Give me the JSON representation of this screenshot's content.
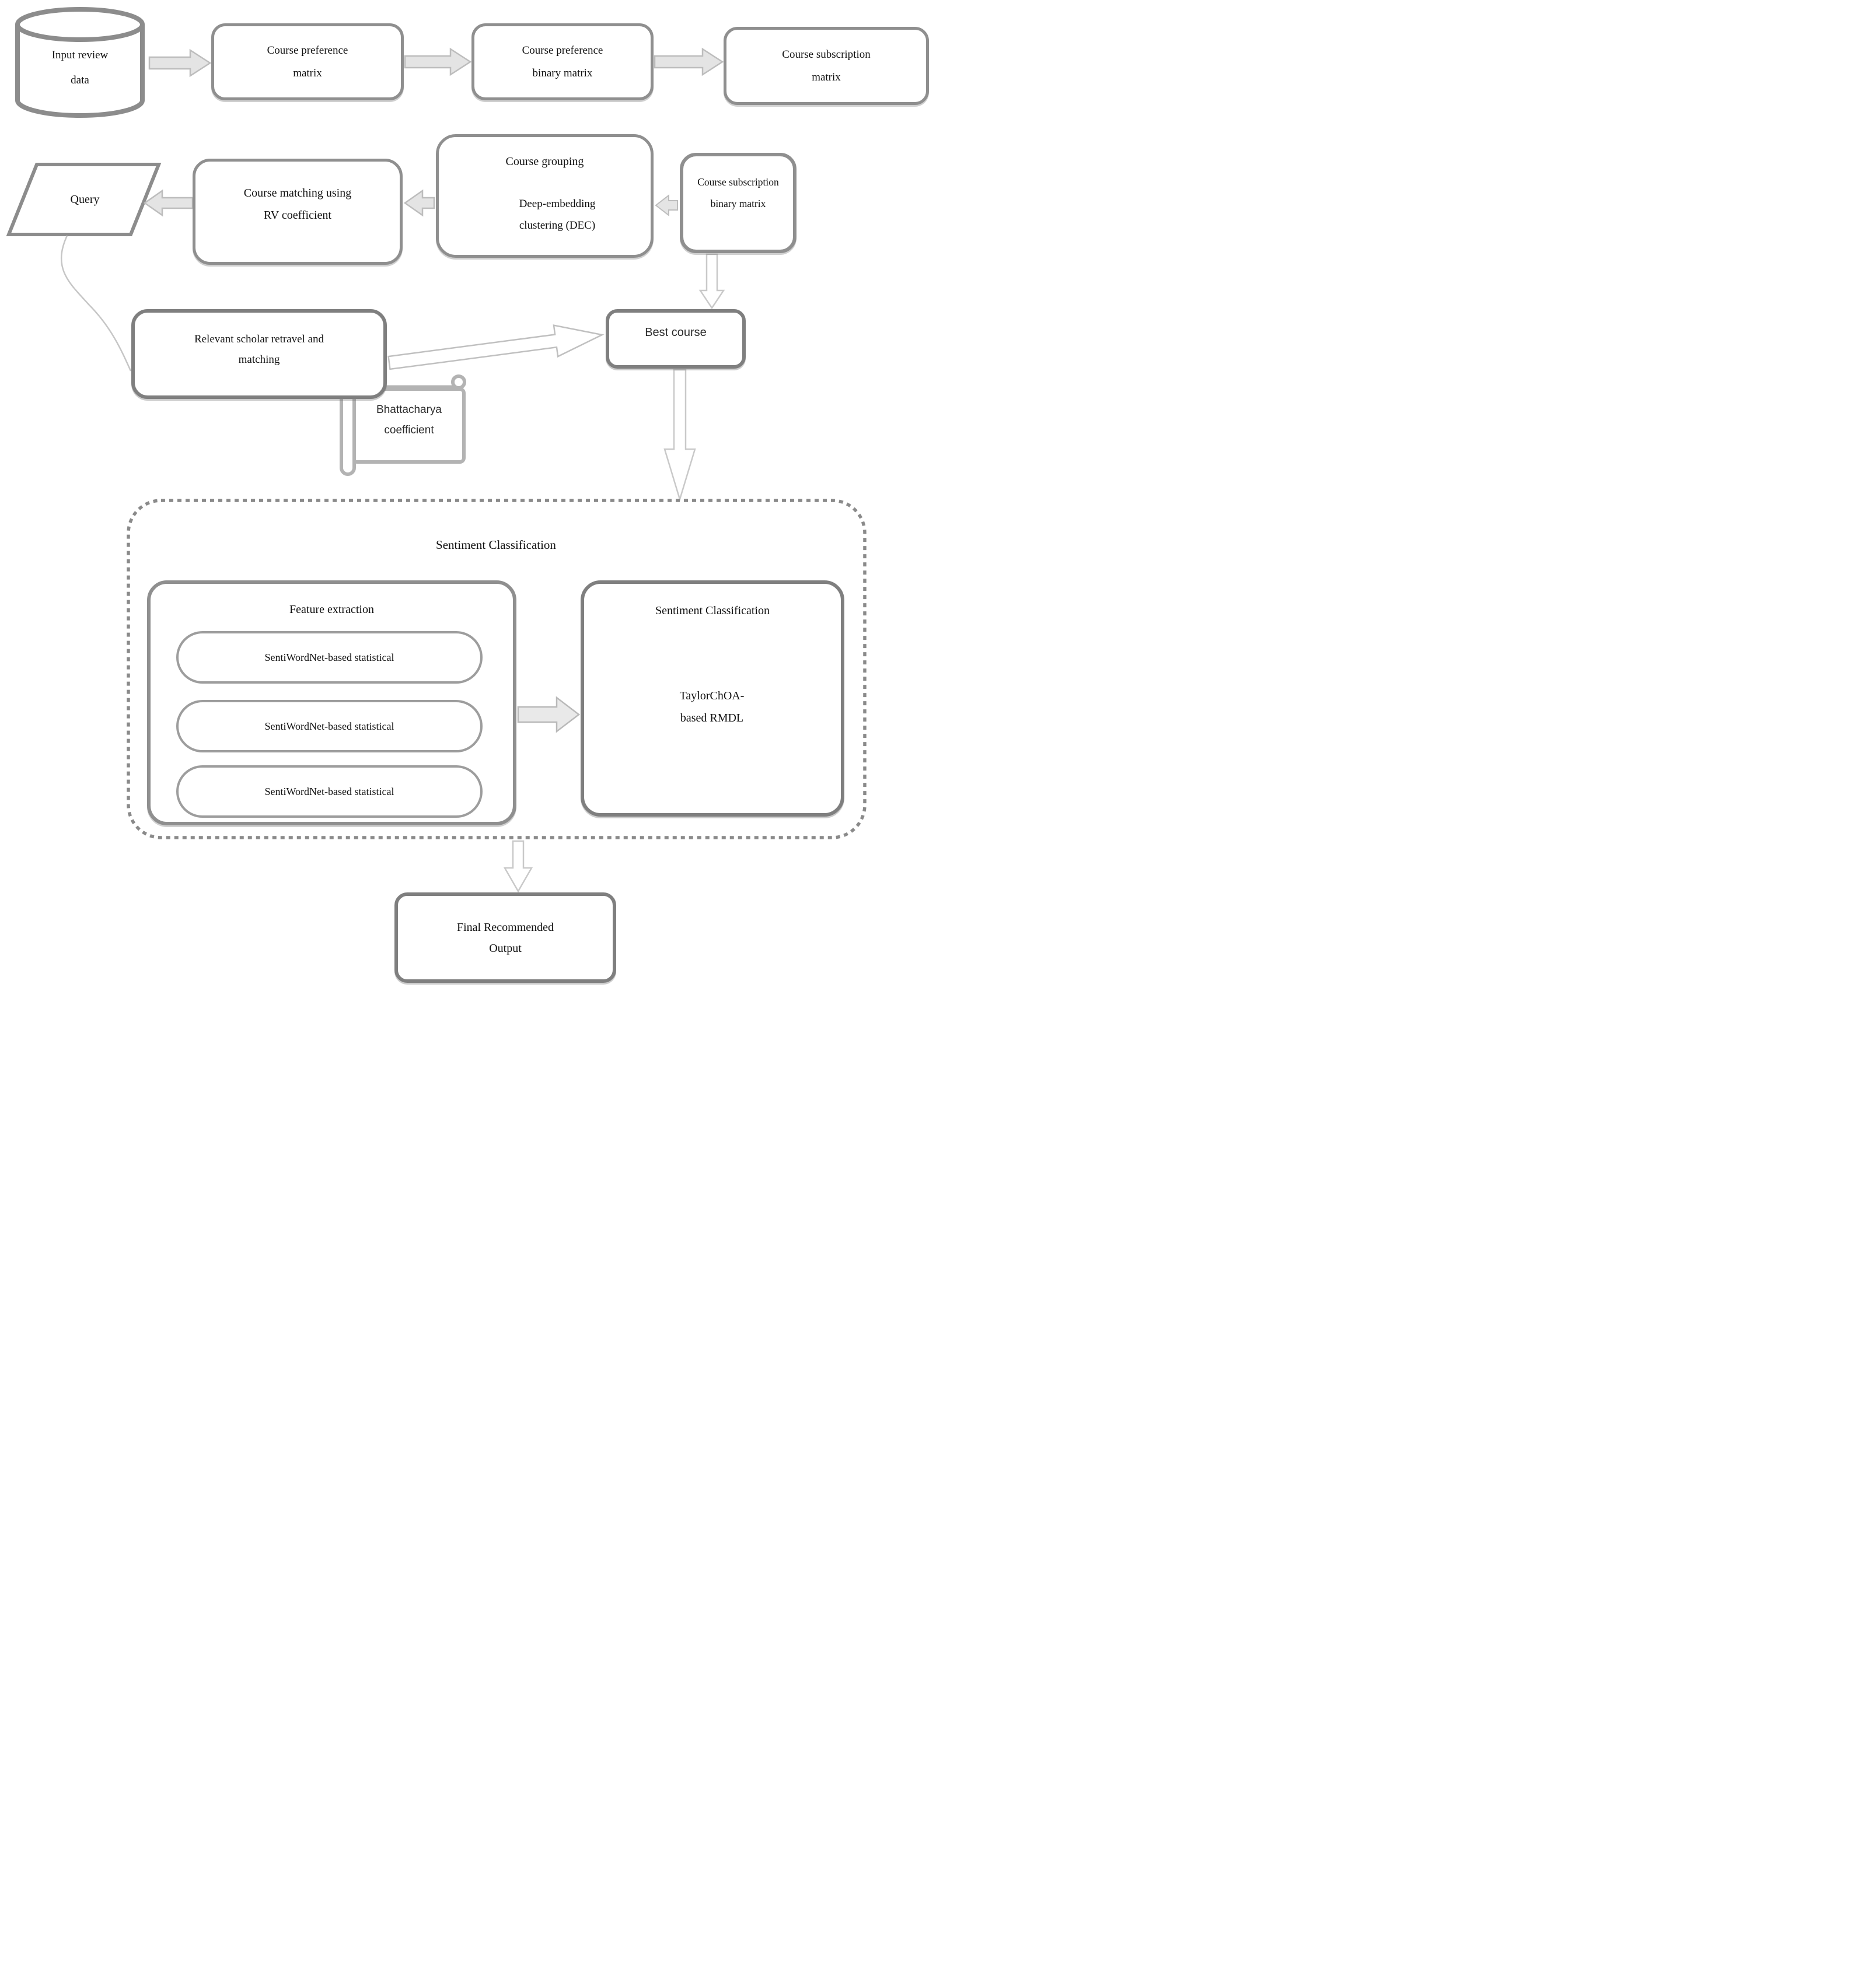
{
  "diagram": {
    "nodes": {
      "input_review_data": {
        "line1": "Input review",
        "line2": "data"
      },
      "course_preference_matrix": {
        "line1": "Course preference",
        "line2": "matrix"
      },
      "course_preference_binary_matrix": {
        "line1": "Course preference",
        "line2": "binary matrix"
      },
      "course_subscription_matrix": {
        "line1": "Course subscription",
        "line2": "matrix"
      },
      "query": {
        "label": "Query"
      },
      "course_matching": {
        "line1": "Course matching using",
        "line2": "RV coefficient"
      },
      "course_grouping": {
        "title": "Course grouping",
        "inner_line1": "Deep-embedding",
        "inner_line2": "clustering (DEC)"
      },
      "course_subscription_binary_matrix": {
        "line1": "Course subscription",
        "line2": "binary matrix"
      },
      "relevant_scholar": {
        "line1": "Relevant scholar retravel and",
        "line2": "matching"
      },
      "bhattacharya": {
        "line1": "Bhattacharya",
        "line2": "coefficient"
      },
      "best_course": {
        "label": "Best course"
      },
      "sentiment_container": {
        "title": "Sentiment Classification"
      },
      "feature_extraction": {
        "title": "Feature extraction",
        "items": [
          "SentiWordNet-based statistical",
          "SentiWordNet-based statistical",
          "SentiWordNet-based statistical"
        ]
      },
      "sentiment_classification_box": {
        "title": "Sentiment Classification",
        "method_line1": "TaylorChOA-",
        "method_line2": "based RMDL"
      },
      "final_output": {
        "line1": "Final Recommended",
        "line2": "Output"
      }
    },
    "colors": {
      "border_gray": "#8f8f8f",
      "border_dark": "#7f7f7f",
      "border_light": "#9d9d9d",
      "scroll_gray": "#b3b3b3",
      "arrow_fill": "#e4e4e4",
      "arrow_stroke": "#bdbdbd",
      "white_arrow_fill": "#ffffff",
      "white_arrow_stroke": "#c9c9c9",
      "dashed_border": "#8a8a8a",
      "text": "#111111",
      "background": "#ffffff"
    }
  }
}
